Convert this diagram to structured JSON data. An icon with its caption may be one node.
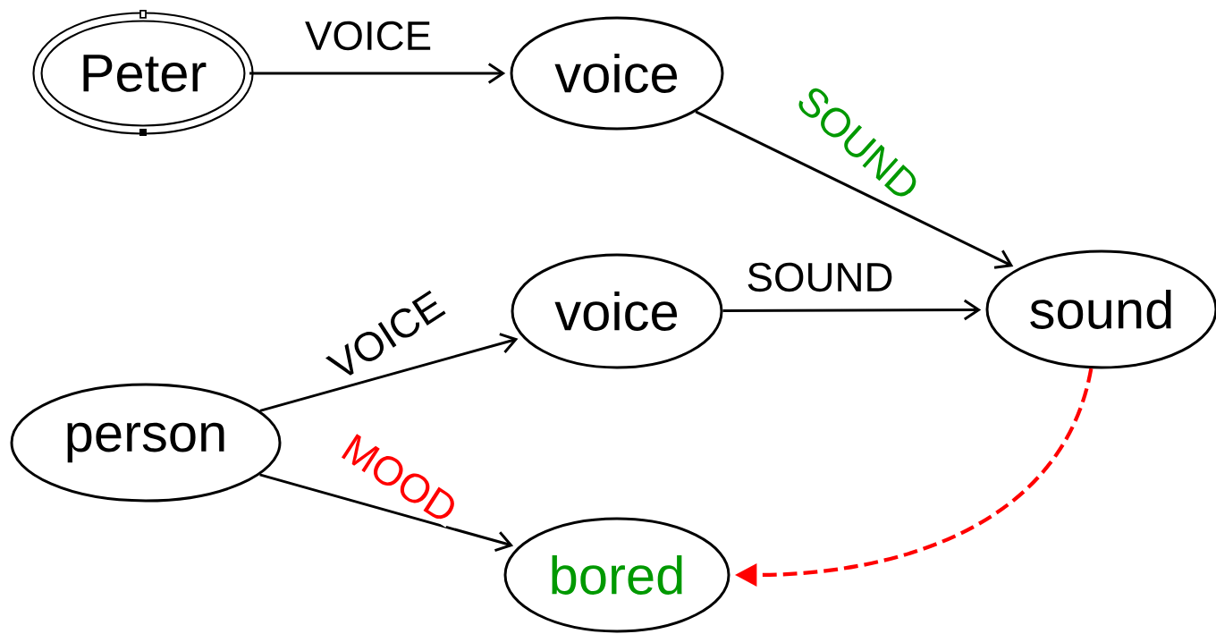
{
  "diagram": {
    "nodes": [
      {
        "text": [
          "Peter"
        ]
      },
      {
        "text": [
          "voice"
        ]
      },
      {
        "text": [
          "voice"
        ]
      },
      {
        "text": [
          "sound"
        ]
      },
      {
        "text": [
          "person"
        ]
      },
      {
        "text": [
          "bored"
        ]
      }
    ],
    "edges": [
      {
        "from": 0,
        "to": 1,
        "arrow": "to",
        "label": "VOICE"
      },
      {
        "from": 1,
        "to": 3,
        "arrow": "to",
        "label": "SOUND"
      },
      {
        "from": 4,
        "to": 2,
        "arrow": "to",
        "label": "VOICE"
      },
      {
        "from": 2,
        "to": 3,
        "arrow": "to",
        "label": "SOUND"
      },
      {
        "from": 4,
        "to": 5,
        "arrow": "to",
        "label": "MOOD"
      },
      {
        "from": 3,
        "to": 5,
        "arrow": "to",
        "style": "dashed",
        "color": "#ff0000"
      }
    ]
  }
}
